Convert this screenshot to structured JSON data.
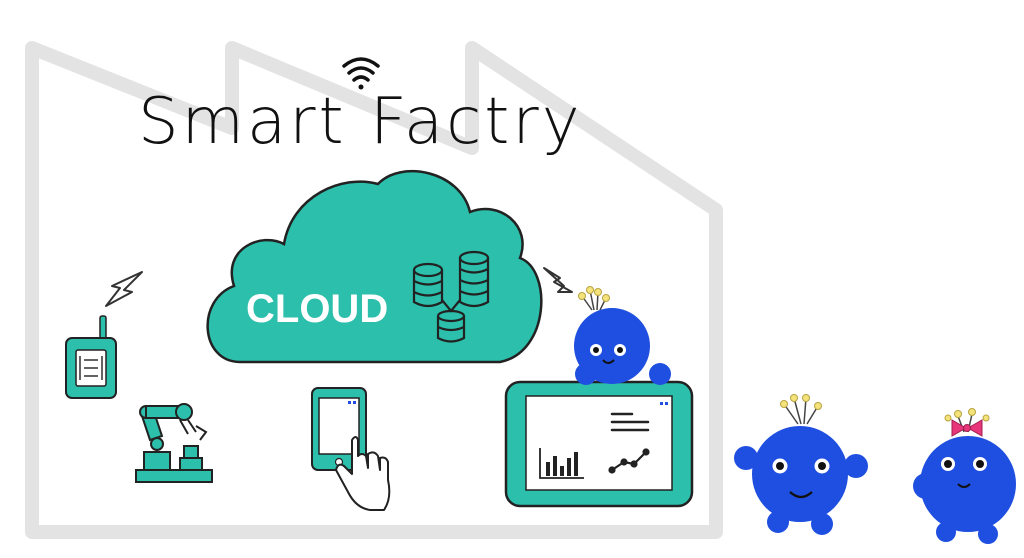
{
  "title": "Smart Factry",
  "cloud": {
    "label": "CLOUD"
  },
  "colors": {
    "teal": "#2bbfac",
    "outline": "#222222",
    "factory_outline": "#e2e2e2",
    "mascot_blue": "#1f4fe0",
    "bow_pink": "#e8367a",
    "antenna_tip": "#f4e27a"
  },
  "icons": [
    "wifi-icon",
    "database-icon",
    "lightning-icon",
    "iot-sensor-icon",
    "robot-arm-icon",
    "tablet-touch-icon",
    "monitor-dashboard-icon",
    "bar-chart-icon",
    "line-chart-icon",
    "mascot-character"
  ]
}
